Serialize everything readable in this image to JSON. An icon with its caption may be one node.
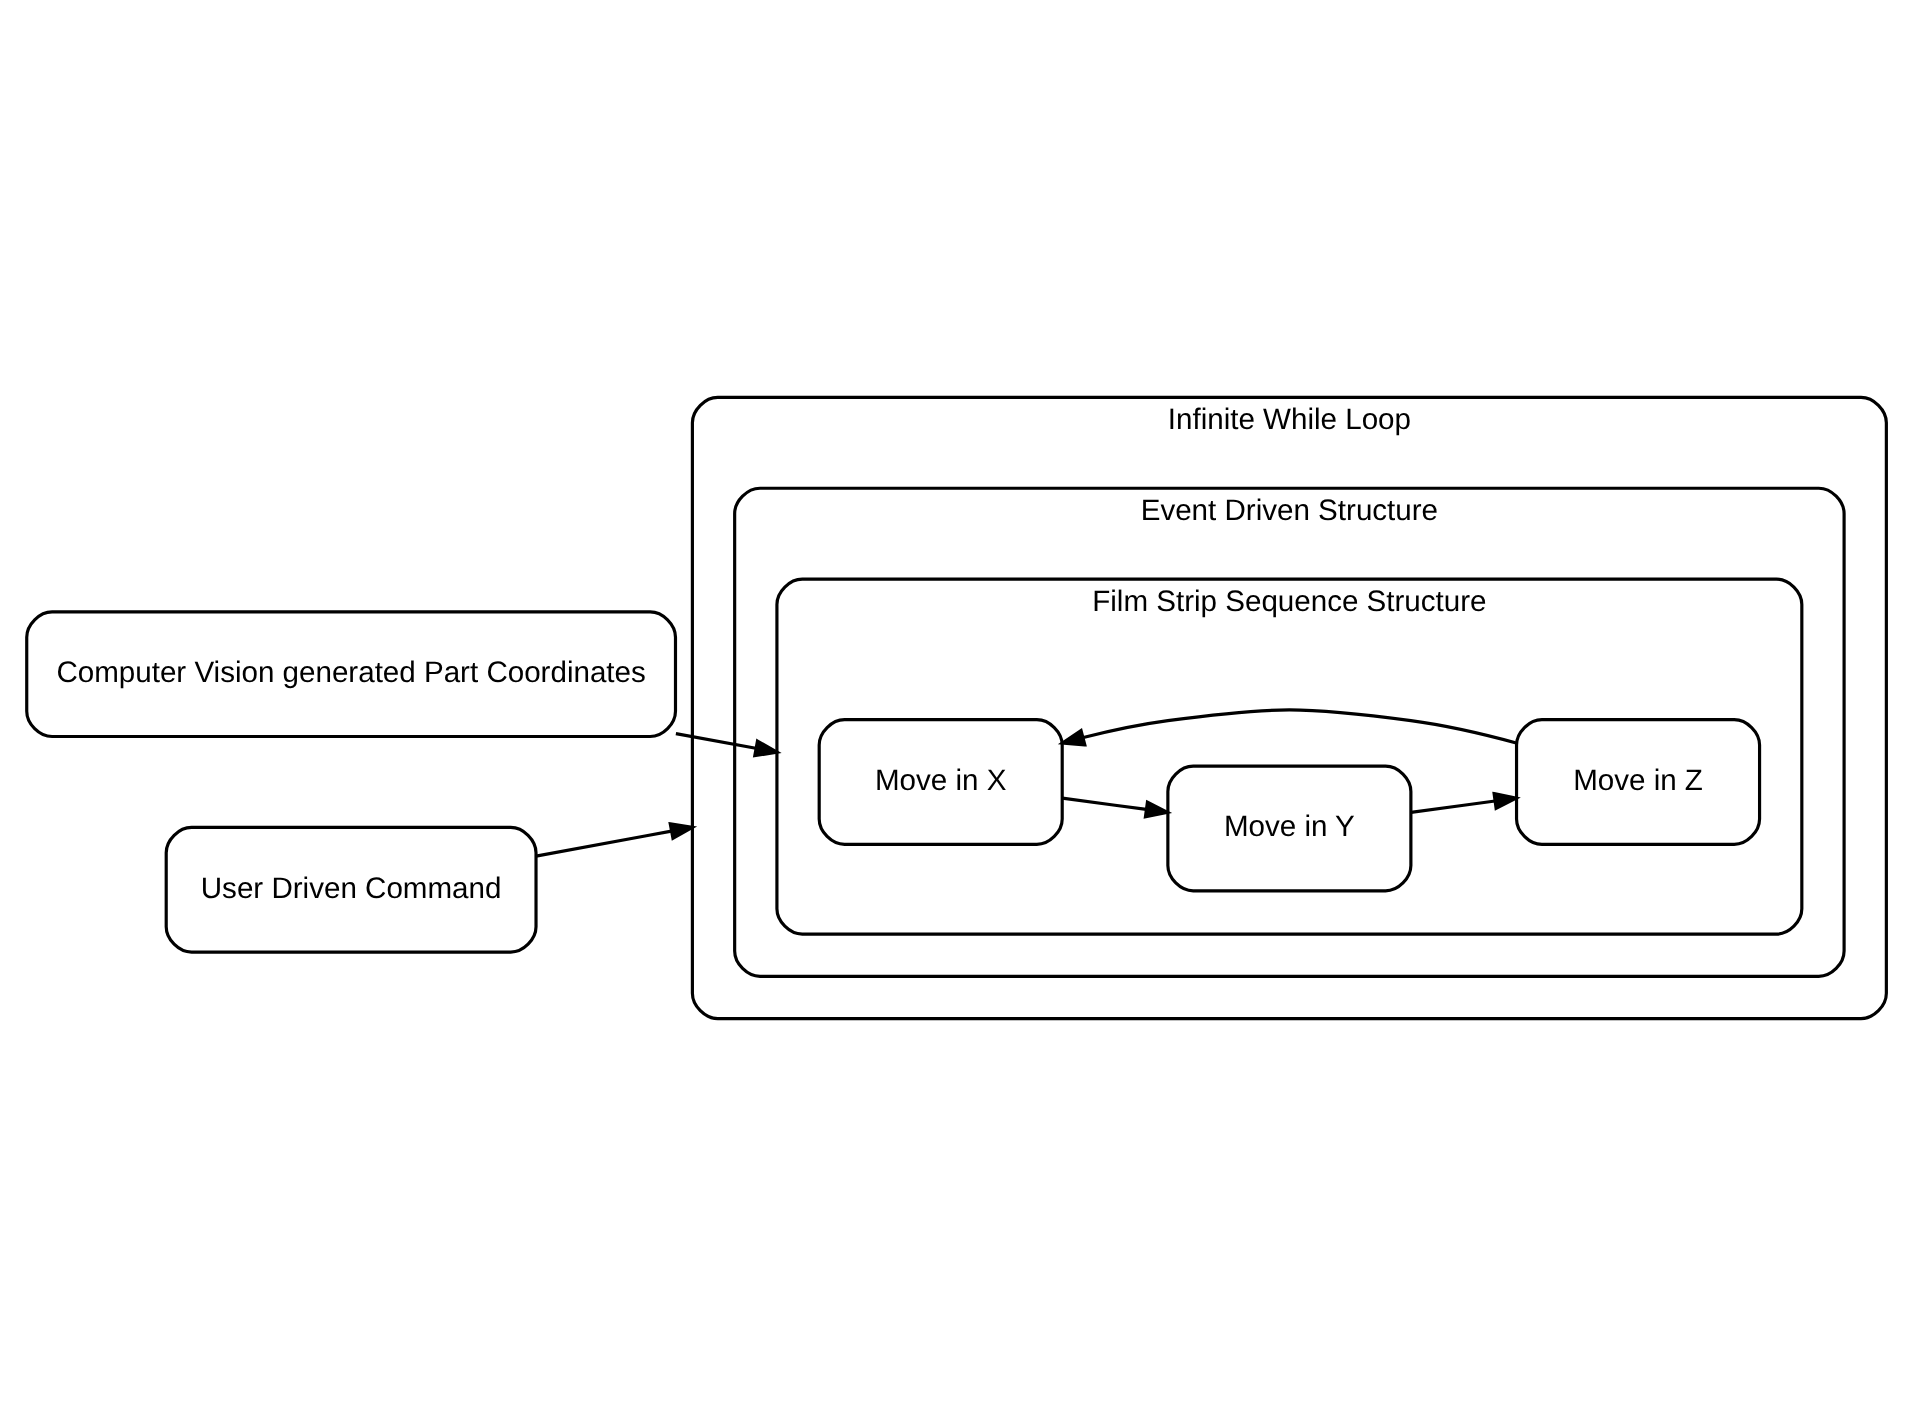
{
  "diagram": {
    "nodes": [
      {
        "text": [
          "Computer Vision generated Part Coordinates"
        ]
      },
      {
        "text": [
          "User Driven Command"
        ]
      },
      {
        "text": [
          "Infinite While Loop"
        ]
      },
      {
        "text": [
          "Event Driven Structure"
        ],
        "in": 2
      },
      {
        "text": [
          "Film Strip Sequence Structure"
        ],
        "in": 3
      },
      {
        "text": [
          "Move in X"
        ],
        "in": 4
      },
      {
        "text": [
          "Move in Y"
        ],
        "in": 4
      },
      {
        "text": [
          "Move in Z"
        ],
        "in": 4
      }
    ],
    "edges": [
      {
        "from": 0,
        "to": 4,
        "arrow": "to"
      },
      {
        "from": 1,
        "to": 2,
        "arrow": "to"
      },
      {
        "from": 5,
        "to": 6,
        "arrow": "to"
      },
      {
        "from": 6,
        "to": 7,
        "arrow": "to"
      },
      {
        "from": 7,
        "to": 5,
        "arrow": "to"
      }
    ]
  }
}
